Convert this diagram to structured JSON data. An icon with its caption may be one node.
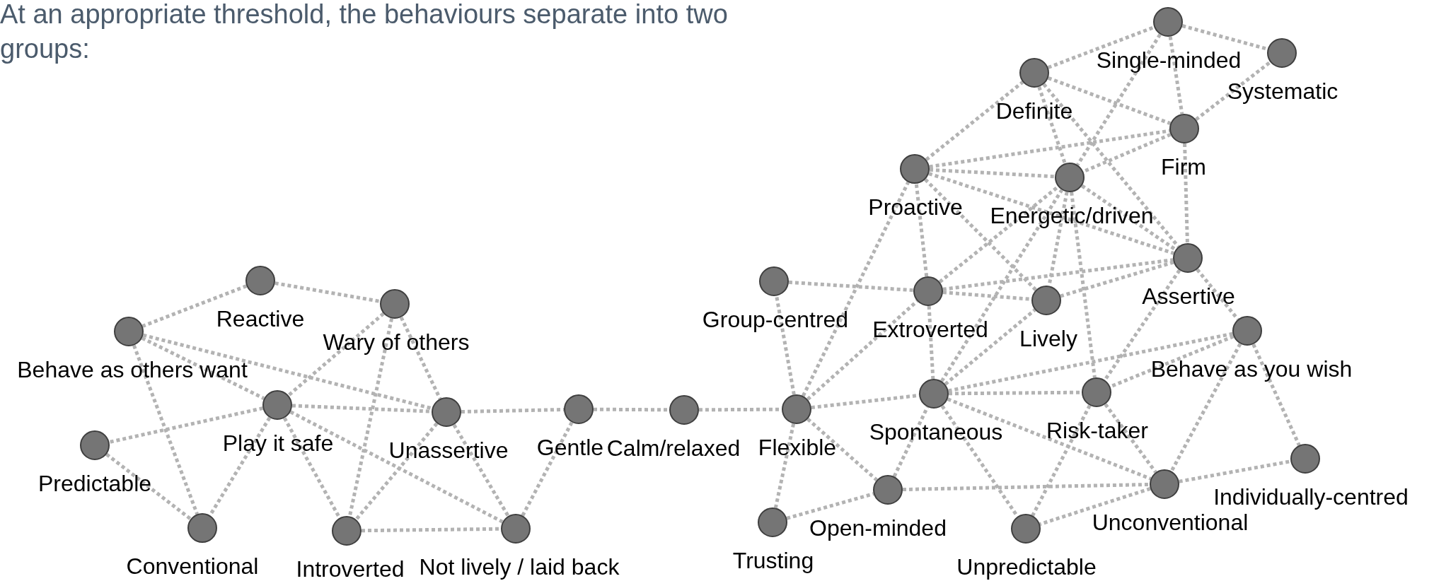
{
  "diagram": {
    "title": "At an appropriate threshold, the behaviours separate into two groups:",
    "nodes": [
      {
        "text": [
          "Reactive"
        ]
      },
      {
        "text": [
          "Wary of others"
        ]
      },
      {
        "text": [
          "Behave as others want"
        ]
      },
      {
        "text": [
          "Play it safe"
        ]
      },
      {
        "text": [
          "Unassertive"
        ]
      },
      {
        "text": [
          "Predictable"
        ]
      },
      {
        "text": [
          "Conventional"
        ]
      },
      {
        "text": [
          "Introverted"
        ]
      },
      {
        "text": [
          "Not lively / laid back"
        ]
      },
      {
        "text": [
          "Gentle"
        ]
      },
      {
        "text": [
          "Calm/relaxed"
        ]
      },
      {
        "text": [
          "Flexible"
        ]
      },
      {
        "text": [
          "Group-centred"
        ]
      },
      {
        "text": [
          "Trusting"
        ]
      },
      {
        "text": [
          "Open-minded"
        ]
      },
      {
        "text": [
          "Single-minded"
        ]
      },
      {
        "text": [
          "Systematic"
        ]
      },
      {
        "text": [
          "Definite"
        ]
      },
      {
        "text": [
          "Firm"
        ]
      },
      {
        "text": [
          "Proactive"
        ]
      },
      {
        "text": [
          "Energetic/driven"
        ]
      },
      {
        "text": [
          "Assertive"
        ]
      },
      {
        "text": [
          "Extroverted"
        ]
      },
      {
        "text": [
          "Lively"
        ]
      },
      {
        "text": [
          "Behave as you wish"
        ]
      },
      {
        "text": [
          "Spontaneous"
        ]
      },
      {
        "text": [
          "Risk-taker"
        ]
      },
      {
        "text": [
          "Unpredictable"
        ]
      },
      {
        "text": [
          "Unconventional"
        ]
      },
      {
        "text": [
          "Individually-centred"
        ]
      }
    ],
    "edges": [
      {
        "from": 0,
        "to": 2,
        "arrow": "none",
        "style": "dashed"
      },
      {
        "from": 0,
        "to": 1,
        "arrow": "none",
        "style": "dashed"
      },
      {
        "from": 2,
        "to": 3,
        "arrow": "none",
        "style": "dashed"
      },
      {
        "from": 2,
        "to": 4,
        "arrow": "none",
        "style": "dashed"
      },
      {
        "from": 2,
        "to": 6,
        "arrow": "none",
        "style": "dashed"
      },
      {
        "from": 1,
        "to": 3,
        "arrow": "none",
        "style": "dashed"
      },
      {
        "from": 1,
        "to": 7,
        "arrow": "none",
        "style": "dashed"
      },
      {
        "from": 1,
        "to": 4,
        "arrow": "none",
        "style": "dashed"
      },
      {
        "from": 3,
        "to": 4,
        "arrow": "none",
        "style": "dashed"
      },
      {
        "from": 3,
        "to": 5,
        "arrow": "none",
        "style": "dashed"
      },
      {
        "from": 3,
        "to": 6,
        "arrow": "none",
        "style": "dashed"
      },
      {
        "from": 3,
        "to": 7,
        "arrow": "none",
        "style": "dashed"
      },
      {
        "from": 3,
        "to": 8,
        "arrow": "none",
        "style": "dashed"
      },
      {
        "from": 5,
        "to": 6,
        "arrow": "none",
        "style": "dashed"
      },
      {
        "from": 4,
        "to": 7,
        "arrow": "none",
        "style": "dashed"
      },
      {
        "from": 4,
        "to": 8,
        "arrow": "none",
        "style": "dashed"
      },
      {
        "from": 4,
        "to": 9,
        "arrow": "none",
        "style": "dashed"
      },
      {
        "from": 7,
        "to": 8,
        "arrow": "none",
        "style": "dashed"
      },
      {
        "from": 8,
        "to": 9,
        "arrow": "none",
        "style": "dashed"
      },
      {
        "from": 9,
        "to": 10,
        "arrow": "none",
        "style": "dashed"
      },
      {
        "from": 10,
        "to": 11,
        "arrow": "none",
        "style": "dashed"
      },
      {
        "from": 11,
        "to": 12,
        "arrow": "none",
        "style": "dashed"
      },
      {
        "from": 11,
        "to": 19,
        "arrow": "none",
        "style": "dashed"
      },
      {
        "from": 11,
        "to": 22,
        "arrow": "none",
        "style": "dashed"
      },
      {
        "from": 11,
        "to": 25,
        "arrow": "none",
        "style": "dashed"
      },
      {
        "from": 11,
        "to": 14,
        "arrow": "none",
        "style": "dashed"
      },
      {
        "from": 11,
        "to": 13,
        "arrow": "none",
        "style": "dashed"
      },
      {
        "from": 13,
        "to": 14,
        "arrow": "none",
        "style": "dashed"
      },
      {
        "from": 14,
        "to": 25,
        "arrow": "none",
        "style": "dashed"
      },
      {
        "from": 14,
        "to": 28,
        "arrow": "none",
        "style": "dashed"
      },
      {
        "from": 12,
        "to": 22,
        "arrow": "none",
        "style": "dashed"
      },
      {
        "from": 22,
        "to": 23,
        "arrow": "none",
        "style": "dashed"
      },
      {
        "from": 22,
        "to": 21,
        "arrow": "none",
        "style": "dashed"
      },
      {
        "from": 22,
        "to": 19,
        "arrow": "none",
        "style": "dashed"
      },
      {
        "from": 22,
        "to": 25,
        "arrow": "none",
        "style": "dashed"
      },
      {
        "from": 22,
        "to": 20,
        "arrow": "none",
        "style": "dashed"
      },
      {
        "from": 25,
        "to": 23,
        "arrow": "none",
        "style": "dashed"
      },
      {
        "from": 25,
        "to": 20,
        "arrow": "none",
        "style": "dashed"
      },
      {
        "from": 25,
        "to": 24,
        "arrow": "none",
        "style": "dashed"
      },
      {
        "from": 25,
        "to": 26,
        "arrow": "none",
        "style": "dashed"
      },
      {
        "from": 25,
        "to": 28,
        "arrow": "none",
        "style": "dashed"
      },
      {
        "from": 25,
        "to": 27,
        "arrow": "none",
        "style": "dashed"
      },
      {
        "from": 20,
        "to": 23,
        "arrow": "none",
        "style": "dashed"
      },
      {
        "from": 20,
        "to": 26,
        "arrow": "none",
        "style": "dashed"
      },
      {
        "from": 19,
        "to": 23,
        "arrow": "none",
        "style": "dashed"
      },
      {
        "from": 19,
        "to": 17,
        "arrow": "none",
        "style": "dashed"
      },
      {
        "from": 19,
        "to": 18,
        "arrow": "none",
        "style": "dashed"
      },
      {
        "from": 19,
        "to": 20,
        "arrow": "none",
        "style": "dashed"
      },
      {
        "from": 19,
        "to": 21,
        "arrow": "none",
        "style": "dashed"
      },
      {
        "from": 17,
        "to": 15,
        "arrow": "none",
        "style": "dashed"
      },
      {
        "from": 17,
        "to": 18,
        "arrow": "none",
        "style": "dashed"
      },
      {
        "from": 17,
        "to": 20,
        "arrow": "none",
        "style": "dashed"
      },
      {
        "from": 17,
        "to": 21,
        "arrow": "none",
        "style": "dashed"
      },
      {
        "from": 15,
        "to": 16,
        "arrow": "none",
        "style": "dashed"
      },
      {
        "from": 15,
        "to": 18,
        "arrow": "none",
        "style": "dashed"
      },
      {
        "from": 15,
        "to": 20,
        "arrow": "none",
        "style": "dashed"
      },
      {
        "from": 18,
        "to": 16,
        "arrow": "none",
        "style": "dashed"
      },
      {
        "from": 18,
        "to": 21,
        "arrow": "none",
        "style": "dashed"
      },
      {
        "from": 18,
        "to": 20,
        "arrow": "none",
        "style": "dashed"
      },
      {
        "from": 20,
        "to": 21,
        "arrow": "none",
        "style": "dashed"
      },
      {
        "from": 21,
        "to": 23,
        "arrow": "none",
        "style": "dashed"
      },
      {
        "from": 21,
        "to": 26,
        "arrow": "none",
        "style": "dashed"
      },
      {
        "from": 21,
        "to": 24,
        "arrow": "none",
        "style": "dashed"
      },
      {
        "from": 24,
        "to": 28,
        "arrow": "none",
        "style": "dashed"
      },
      {
        "from": 24,
        "to": 29,
        "arrow": "none",
        "style": "dashed"
      },
      {
        "from": 24,
        "to": 26,
        "arrow": "none",
        "style": "dashed"
      },
      {
        "from": 26,
        "to": 28,
        "arrow": "none",
        "style": "dashed"
      },
      {
        "from": 26,
        "to": 27,
        "arrow": "none",
        "style": "dashed"
      },
      {
        "from": 28,
        "to": 29,
        "arrow": "none",
        "style": "dashed"
      },
      {
        "from": 28,
        "to": 27,
        "arrow": "none",
        "style": "dashed"
      }
    ]
  }
}
